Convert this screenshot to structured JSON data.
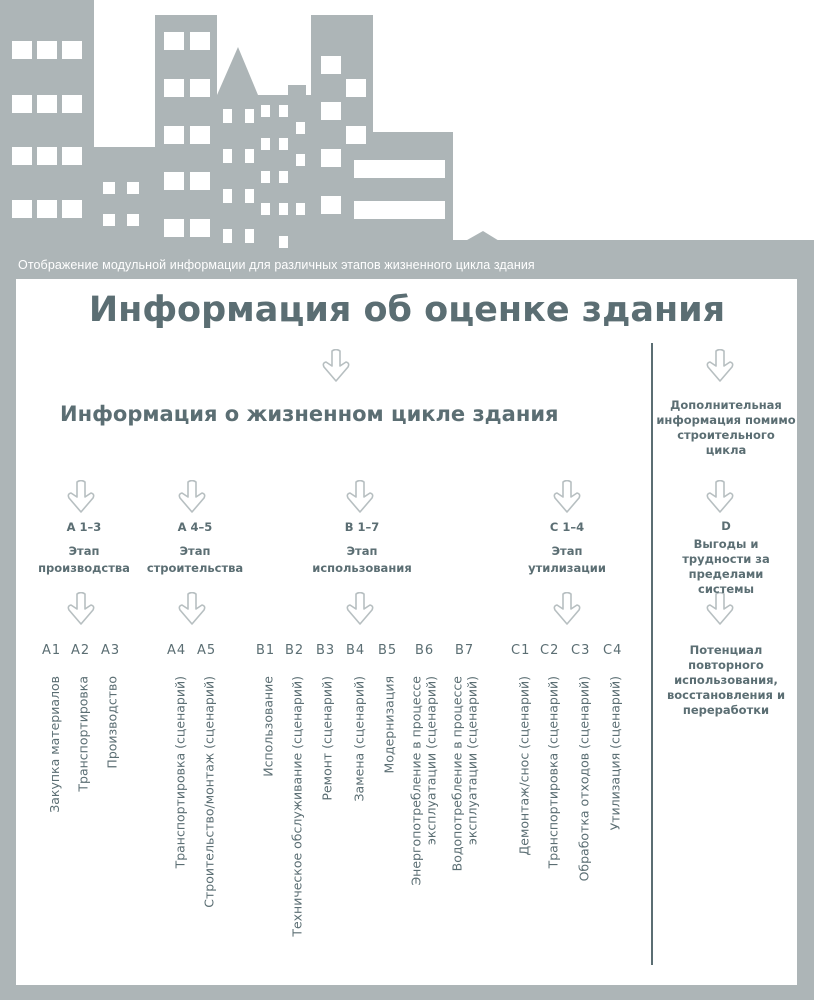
{
  "colors": {
    "building": "#adb5b7",
    "text": "#5b6e73",
    "arrow": "#b7bfc1"
  },
  "caption": "Отображение модульной информации для различных этапов жизненного цикла здания",
  "title": "Информация об оценке здания",
  "subtitle": "Информация о жизненном цикле здания",
  "stages": [
    {
      "code": "A 1–3",
      "label": "Этап\nпроизводства"
    },
    {
      "code": "A 4–5",
      "label": "Этап\nстроительства"
    },
    {
      "code": "B 1–7",
      "label": "Этап\nиспользования"
    },
    {
      "code": "C 1–4",
      "label": "Этап\nутилизации"
    }
  ],
  "modules": [
    {
      "code": "A1",
      "label": "Закупка материалов"
    },
    {
      "code": "A2",
      "label": "Транспортировка"
    },
    {
      "code": "A3",
      "label": "Производство"
    },
    {
      "code": "A4",
      "label": "Транспортировка (сценарий)"
    },
    {
      "code": "A5",
      "label": "Строительство/монтаж (сценарий)"
    },
    {
      "code": "B1",
      "label": "Использование"
    },
    {
      "code": "B2",
      "label": "Техническое обслуживание (сценарий)"
    },
    {
      "code": "B3",
      "label": "Ремонт (сценарий)"
    },
    {
      "code": "B4",
      "label": "Замена (сценарий)"
    },
    {
      "code": "B5",
      "label": "Модернизация"
    },
    {
      "code": "B6",
      "label": "Энергопотребление в процессе\nэксплуатации (сценарий)"
    },
    {
      "code": "B7",
      "label": "Водопотребление в процессе\nэксплуатации (сценарий)"
    },
    {
      "code": "C1",
      "label": "Демонтаж/снос (сценарий)"
    },
    {
      "code": "C2",
      "label": "Транспортировка (сценарий)"
    },
    {
      "code": "C3",
      "label": "Обработка отходов (сценарий)"
    },
    {
      "code": "C4",
      "label": "Утилизация (сценарий)"
    }
  ],
  "side": {
    "heading": "Дополнительная информация помимо строительного цикла",
    "code": "D",
    "label": "Выгоды и трудности за пределами системы",
    "potential": "Потенциал повторного использования, восстановления и переработки"
  }
}
